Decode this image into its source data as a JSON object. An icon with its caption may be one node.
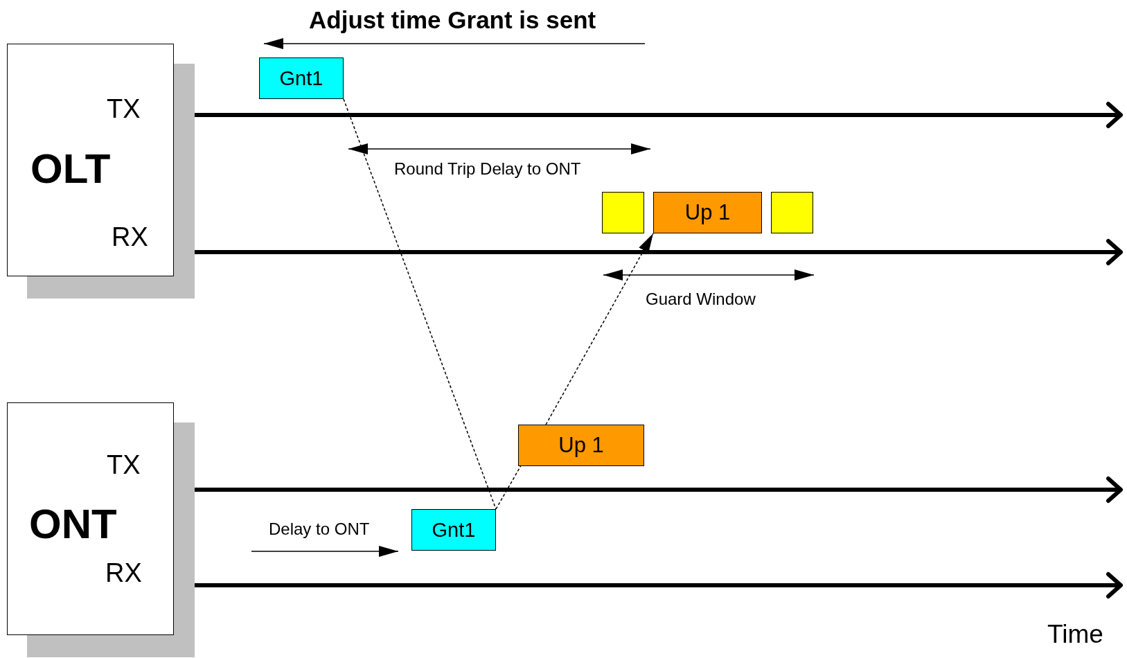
{
  "diagram": {
    "nodes": [
      {
        "text": [
          "TX",
          "OLT",
          "RX"
        ]
      },
      {
        "text": [
          "TX",
          "ONT",
          "RX"
        ]
      },
      {
        "text": [
          "Gnt1"
        ]
      },
      {
        "text": [],
        "shape": "box"
      },
      {
        "text": [
          "Up 1"
        ]
      },
      {
        "text": [],
        "shape": "box"
      },
      {
        "text": [
          "Up 1"
        ]
      },
      {
        "text": [
          "Gnt1"
        ]
      }
    ],
    "edges": [
      {
        "from": 0,
        "to": null,
        "arrow": "to"
      },
      {
        "from": 0,
        "to": null,
        "arrow": "to"
      },
      {
        "from": 1,
        "to": null,
        "arrow": "to"
      },
      {
        "from": 1,
        "to": null,
        "arrow": "to"
      },
      {
        "from": 2,
        "to": 7,
        "arrow": "none",
        "style": "dashed"
      },
      {
        "from": 7,
        "to": 6,
        "arrow": "none",
        "style": "dashed"
      },
      {
        "from": 6,
        "to": 4,
        "arrow": "to",
        "style": "dashed"
      }
    ],
    "labels": [
      "Adjust time Grant is sent",
      "Round Trip Delay to ONT",
      "Guard Window",
      "Delay to ONT",
      "Time"
    ]
  }
}
